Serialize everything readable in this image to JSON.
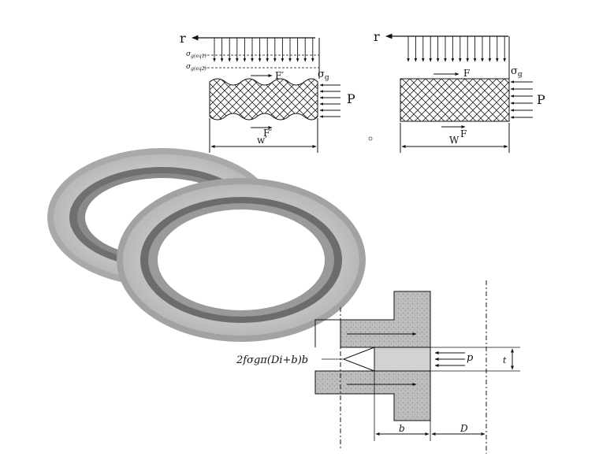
{
  "diagram_a": {
    "radial_label": "r",
    "stress_top": "σ",
    "stress_top_sub": "g(eq1)",
    "stress_bottom": "σ",
    "stress_bottom_sub": "g(eq2)",
    "friction_top": "F′",
    "friction_bottom": "F′",
    "sigma_g": "σ",
    "sigma_g_sub": "g",
    "pressure": "P",
    "width": "w′"
  },
  "diagram_b": {
    "radial_label": "r",
    "friction_top": "F",
    "friction_bottom": "F",
    "sigma_g": "σ",
    "sigma_g_sub": "g",
    "pressure": "P",
    "width": "W"
  },
  "diagram_c": {
    "force_formula": "2fσgπ(Di+b)b",
    "pressure": "p",
    "thickness": "t",
    "width_b": "b",
    "width_D": "D"
  },
  "colors": {
    "line": "#111111",
    "gasket_metal": "#c9c9c9",
    "gasket_dark": "#7d7d7d",
    "flange_fill": "#bdbdbd"
  }
}
